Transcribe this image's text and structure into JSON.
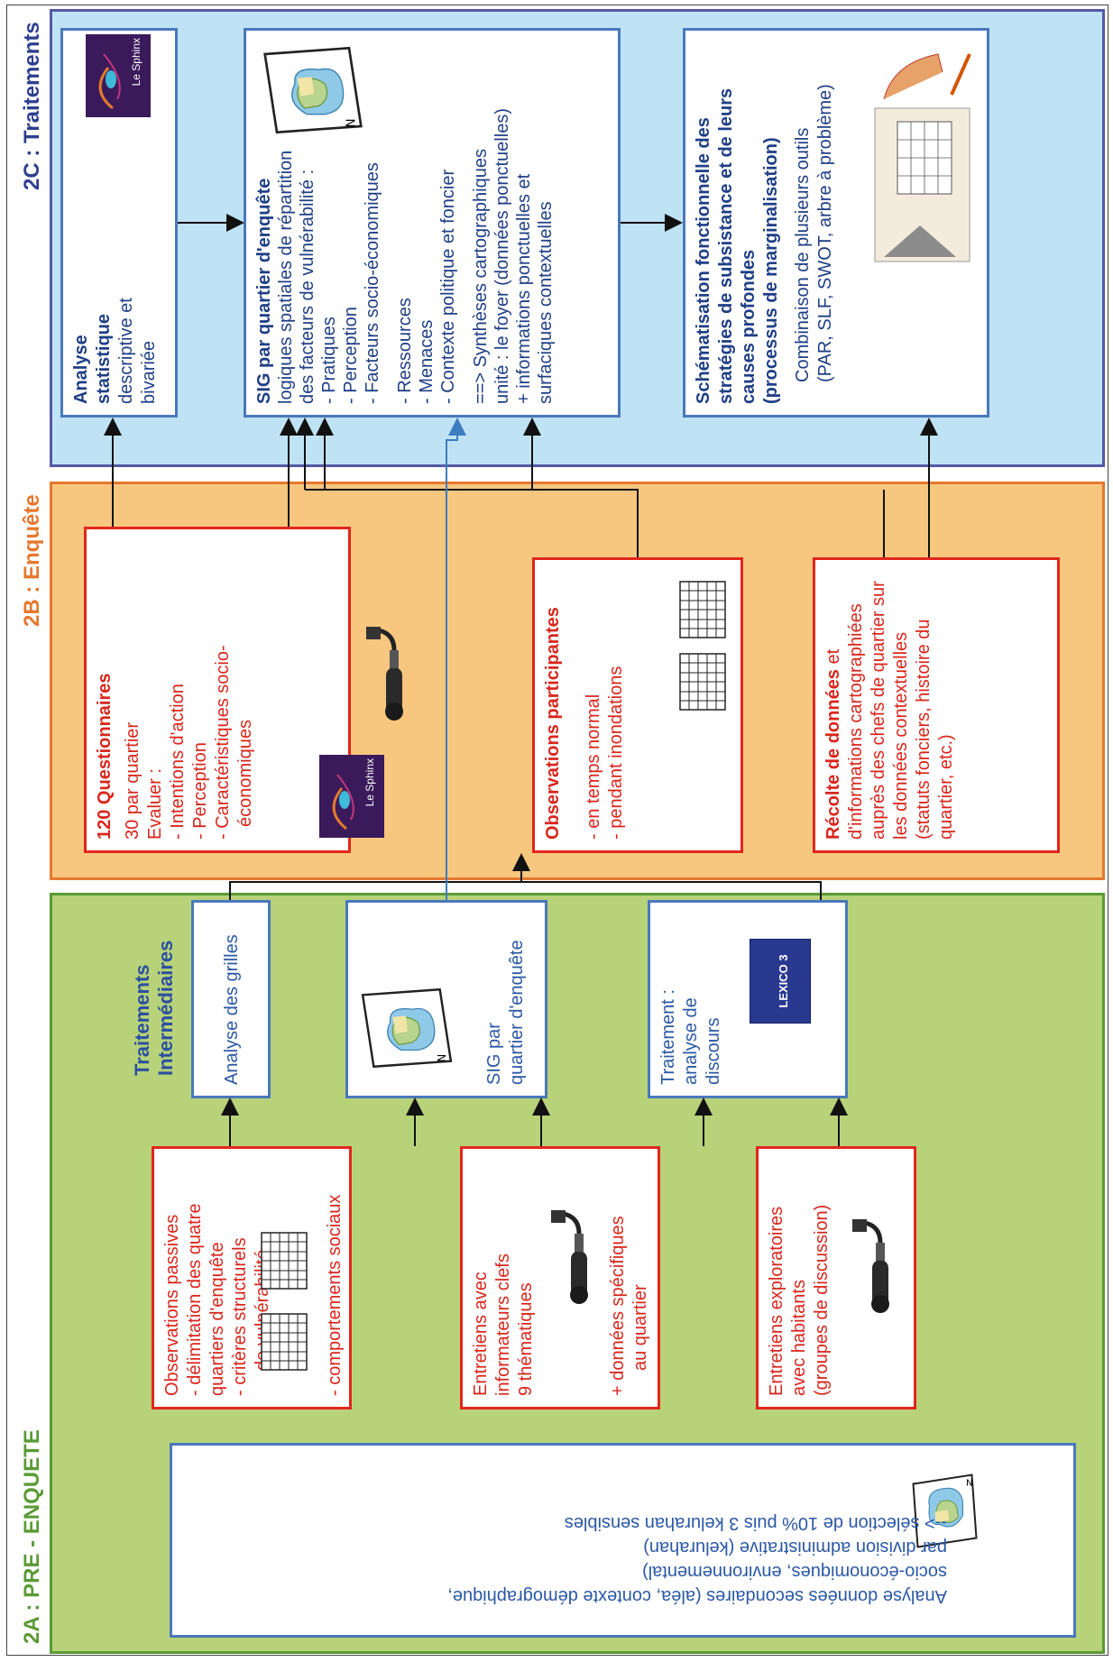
{
  "sections": {
    "a_title": "2A : PRE - ENQUETE",
    "b_title": "2B : Enquête",
    "c_title": "2C : Traitements"
  },
  "pre_enquete": {
    "analyse_lines": [
      "Analyse données secondaires (aléa, contexte démographique,",
      "socio-économiques, environnemental)",
      "par division administrative (kelurahan)",
      "--> sélection de 10% puis 3 kelurahan sensibles"
    ],
    "obs_passives": [
      "Observations passives",
      "- délimitation des quatre",
      "quartiers d'enquête",
      "- critères structurels",
      "de vulnérabilité"
    ],
    "obs_passives_extra": "- comportements sociaux",
    "entretiens_clefs": [
      "Entretiens avec",
      "informateurs clefs",
      "9 thématiques"
    ],
    "entretiens_clefs_extra": [
      "+ données spécifiques",
      "au quartier"
    ],
    "entretiens_expl": [
      "Entretiens exploratoires",
      "avec habitants",
      "(groupes de discussion)"
    ],
    "traitements_label": [
      "Traitements",
      "Intermédiaires"
    ],
    "grilles": "Analyse des grilles",
    "sig_quartier": [
      "SIG par",
      "quartier d'enquête"
    ],
    "discours": [
      "Traitement :",
      "analyse de",
      "discours"
    ],
    "lexico": "LEXICO 3"
  },
  "enquete": {
    "questionnaires_title": "120 Questionnaires",
    "questionnaires_lines": [
      "30 par quartier",
      "Evaluer :",
      "- Intentions d'action",
      "- Perception",
      "- Caractéristiques socio-",
      "économiques"
    ],
    "sphinx": "Le Sphinx",
    "obs_part_title": "Observations participantes",
    "obs_part_lines": [
      "- en temps normal",
      "",
      "- pendant inondations"
    ],
    "recolte_title": "Récolte de données",
    "recolte_first": " et",
    "recolte_lines": [
      "d'informations cartographiées",
      "auprès des chefs de quartier sur",
      "les données contextuelles",
      "(statuts fonciers, histoire du",
      "quartier, etc.)"
    ]
  },
  "traitements": {
    "analyse_stat_title": [
      "Analyse",
      "statistique"
    ],
    "analyse_stat_lines": [
      "descriptive et",
      "bivariée"
    ],
    "sig_title": "SIG par quartier d'enquête",
    "sig_lines": [
      "logiques spatiales de répartition",
      "des facteurs de vulnérabilité :",
      "- Pratiques",
      "- Perception",
      "- Facteurs socio-économiques",
      "",
      "- Ressources",
      "- Menaces",
      "- Contexte politique et foncier",
      "",
      "==> Synthèses cartographiques",
      "unité : le foyer (données ponctuelles)",
      "+ informations ponctuelles et",
      "surfaciques contextuelles"
    ],
    "schema_title": [
      "Schématisation fonctionnelle des",
      "stratégies de subsistance et de leurs",
      "causes profondes",
      "(processus de marginalisation)"
    ],
    "schema_lines": [
      "Combinaison de plusieurs outils",
      "(PAR, SLF, SWOT, arbre à problème)"
    ]
  },
  "colors": {
    "pre_bg": "#b8d279",
    "pre_border": "#5a9a35",
    "enq_bg": "#f7c77f",
    "enq_border": "#e6782f",
    "trt_bg": "#bfe3f4",
    "trt_border": "#5559a6",
    "red_box": "#e2261c",
    "blue_box": "#4a78bc"
  }
}
